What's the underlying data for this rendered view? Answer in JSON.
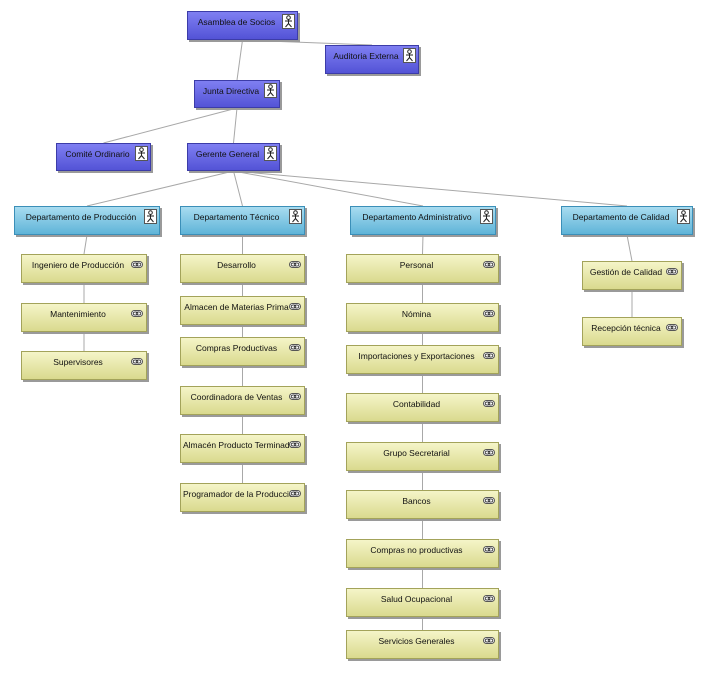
{
  "nodes": {
    "asamblea": {
      "label": "Asamblea de Socios",
      "icon": "person-icon"
    },
    "auditoria": {
      "label": "Auditoria Externa",
      "icon": "person-icon"
    },
    "junta": {
      "label": "Junta Directiva",
      "icon": "person-icon"
    },
    "comite": {
      "label": "Comité Ordinario",
      "icon": "person-icon"
    },
    "gerente": {
      "label": "Gerente General",
      "icon": "person-icon"
    },
    "dep_produccion": {
      "label": "Departamento de Producción",
      "icon": "person-icon"
    },
    "dep_tecnico": {
      "label": "Departamento Técnico",
      "icon": "person-icon"
    },
    "dep_administrativo": {
      "label": "Departamento Administrativo",
      "icon": "person-icon"
    },
    "dep_calidad": {
      "label": "Departamento de Calidad",
      "icon": "person-icon"
    },
    "ingeniero_produccion": {
      "label": "Ingeniero de Producción",
      "icon": "link-icon"
    },
    "mantenimiento": {
      "label": "Mantenimiento",
      "icon": "link-icon"
    },
    "supervisores": {
      "label": "Supervisores",
      "icon": "link-icon"
    },
    "desarrollo": {
      "label": "Desarrollo",
      "icon": "link-icon"
    },
    "almacen_materias": {
      "label": "Almacen de Materias Prima",
      "icon": "link-icon"
    },
    "compras_productivas": {
      "label": "Compras Productivas",
      "icon": "link-icon"
    },
    "coordinadora_ventas": {
      "label": "Coordinadora de Ventas",
      "icon": "link-icon"
    },
    "almacen_producto": {
      "label": "Almacén Producto Terminado",
      "icon": "link-icon"
    },
    "programador_produccion": {
      "label": "Programador de la Producción",
      "icon": "link-icon"
    },
    "personal": {
      "label": "Personal",
      "icon": "link-icon"
    },
    "nomina": {
      "label": "Nómina",
      "icon": "link-icon"
    },
    "importaciones": {
      "label": "Importaciones y Exportaciones",
      "icon": "link-icon"
    },
    "contabilidad": {
      "label": "Contabilidad",
      "icon": "link-icon"
    },
    "grupo_secretarial": {
      "label": "Grupo Secretarial",
      "icon": "link-icon"
    },
    "bancos": {
      "label": "Bancos",
      "icon": "link-icon"
    },
    "compras_no_productivas": {
      "label": "Compras no productivas",
      "icon": "link-icon"
    },
    "salud_ocupacional": {
      "label": "Salud Ocupacional",
      "icon": "link-icon"
    },
    "servicios_generales": {
      "label": "Servicios Generales",
      "icon": "link-icon"
    },
    "gestion_calidad": {
      "label": "Gestión de Calidad",
      "icon": "link-icon"
    },
    "recepcion_tecnica": {
      "label": "Recepción técnica",
      "icon": "link-icon"
    }
  },
  "colors": {
    "board": "#6464e0",
    "department": "#7cc4e4",
    "role": "#e8e8b0",
    "connector": "#a8a8a8"
  },
  "edges": [
    [
      "asamblea",
      "auditoria"
    ],
    [
      "asamblea",
      "junta"
    ],
    [
      "junta",
      "comite"
    ],
    [
      "junta",
      "gerente"
    ],
    [
      "gerente",
      "dep_produccion"
    ],
    [
      "gerente",
      "dep_tecnico"
    ],
    [
      "gerente",
      "dep_administrativo"
    ],
    [
      "gerente",
      "dep_calidad"
    ],
    [
      "dep_produccion",
      "ingeniero_produccion"
    ],
    [
      "ingeniero_produccion",
      "mantenimiento"
    ],
    [
      "mantenimiento",
      "supervisores"
    ],
    [
      "dep_tecnico",
      "desarrollo"
    ],
    [
      "desarrollo",
      "almacen_materias"
    ],
    [
      "almacen_materias",
      "compras_productivas"
    ],
    [
      "compras_productivas",
      "coordinadora_ventas"
    ],
    [
      "coordinadora_ventas",
      "almacen_producto"
    ],
    [
      "almacen_producto",
      "programador_produccion"
    ],
    [
      "dep_administrativo",
      "personal"
    ],
    [
      "personal",
      "nomina"
    ],
    [
      "nomina",
      "importaciones"
    ],
    [
      "importaciones",
      "contabilidad"
    ],
    [
      "contabilidad",
      "grupo_secretarial"
    ],
    [
      "grupo_secretarial",
      "bancos"
    ],
    [
      "bancos",
      "compras_no_productivas"
    ],
    [
      "compras_no_productivas",
      "salud_ocupacional"
    ],
    [
      "salud_ocupacional",
      "servicios_generales"
    ],
    [
      "dep_calidad",
      "gestion_calidad"
    ],
    [
      "gestion_calidad",
      "recepcion_tecnica"
    ]
  ]
}
